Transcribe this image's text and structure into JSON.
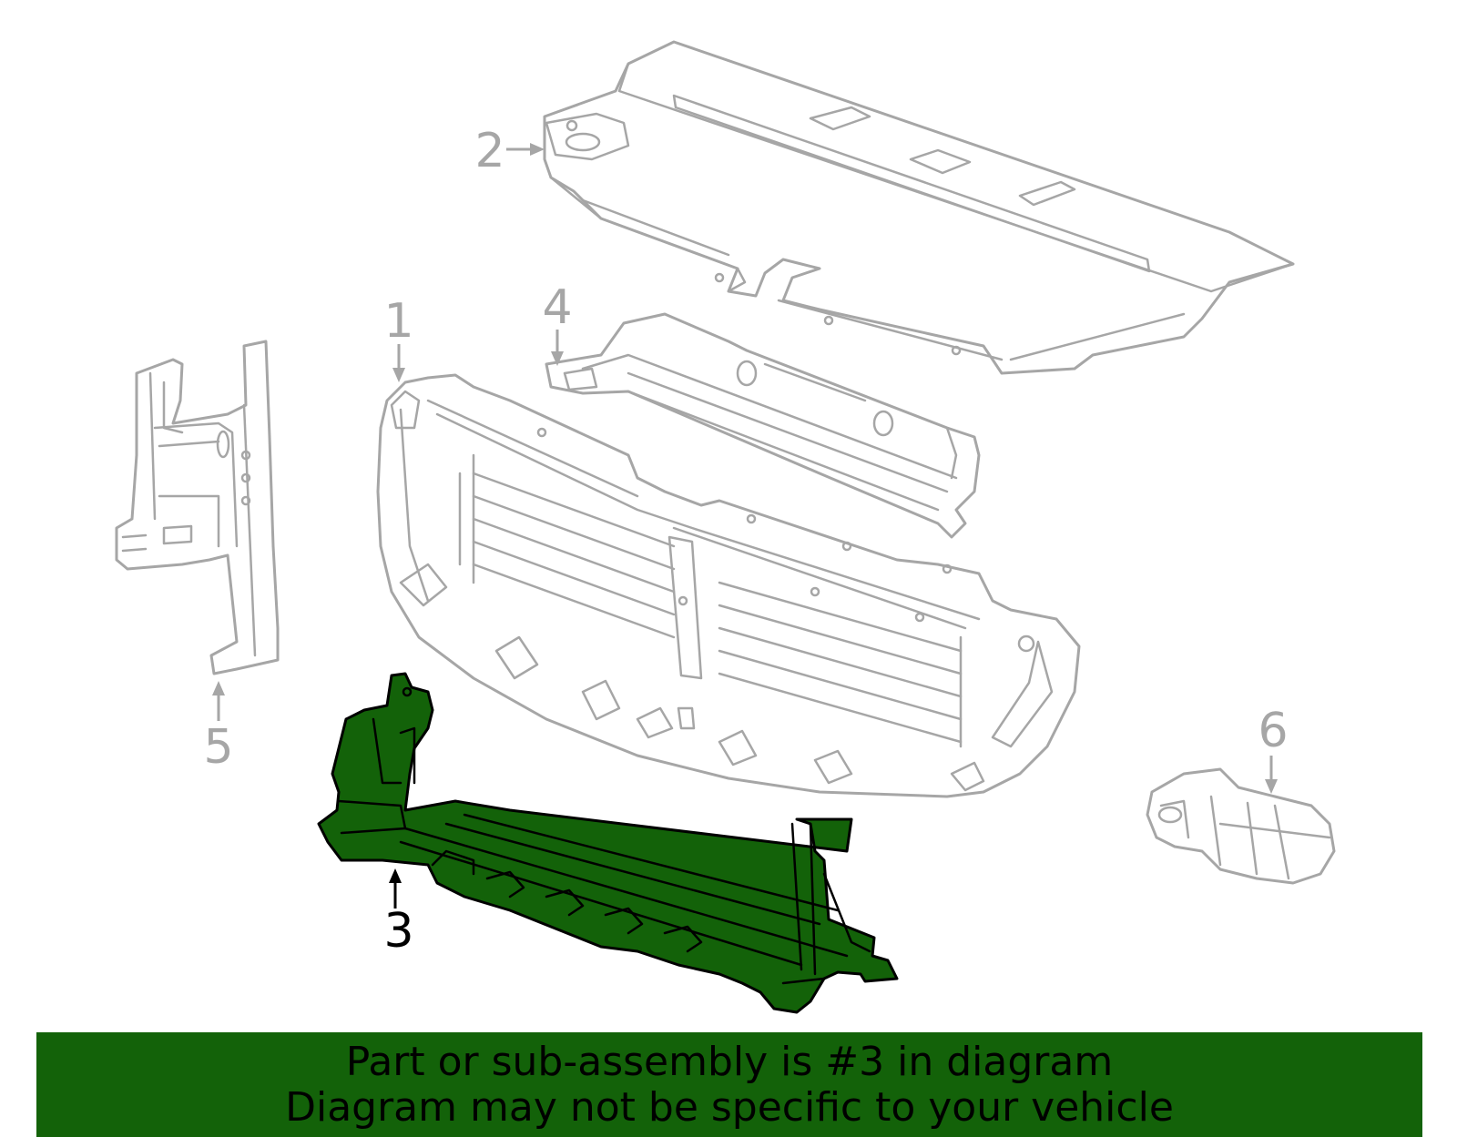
{
  "diagram": {
    "callouts": [
      "1",
      "2",
      "3",
      "4",
      "5",
      "6"
    ],
    "highlighted_callout": "3"
  },
  "banner": {
    "line1": "Part or sub-assembly is #3 in diagram",
    "line2": "Diagram may not be specific to your vehicle"
  },
  "colors": {
    "highlight": "#136209",
    "outline": "#a6a6a6",
    "highlight_outline": "#000000"
  }
}
